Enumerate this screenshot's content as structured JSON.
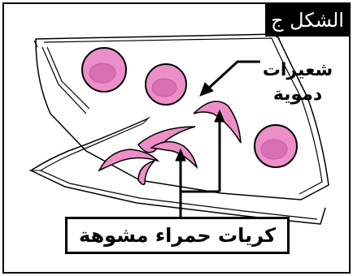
{
  "figure": {
    "label": "الشكل ج",
    "callouts": {
      "capillaries": [
        "شعيرات",
        "دموية"
      ],
      "deformed_cells": "كريات حمراء مشوهة"
    }
  },
  "colors": {
    "cell_fill": "#ec8fc8",
    "cell_inner": "#d970b3",
    "outline": "#000000"
  }
}
